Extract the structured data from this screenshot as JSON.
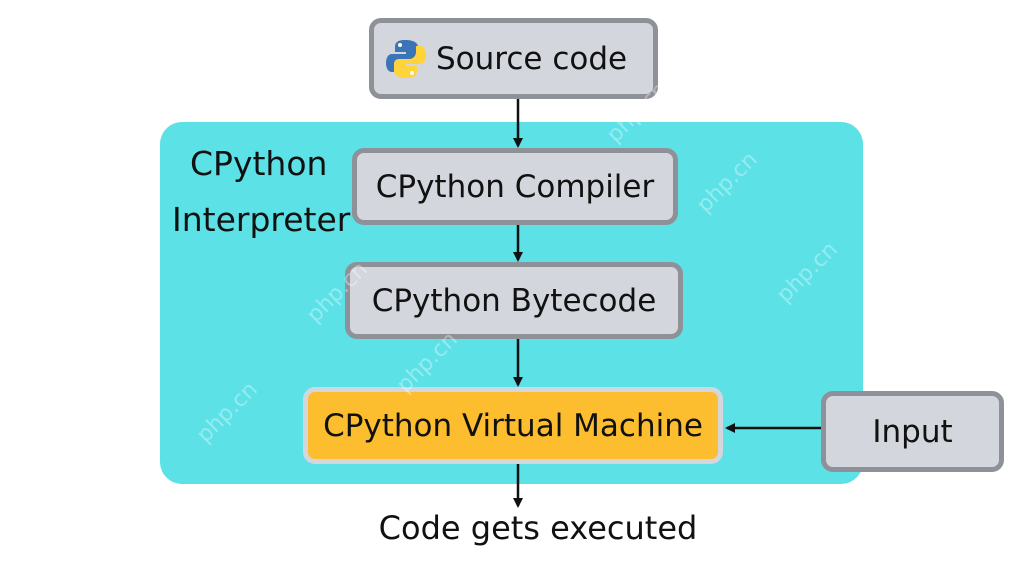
{
  "diagram": {
    "region_label_line1": "CPython",
    "region_label_line2": "Interpreter",
    "nodes": {
      "source": "Source code",
      "compiler": "CPython Compiler",
      "bytecode": "CPython Bytecode",
      "vm": "CPython Virtual Machine",
      "input": "Input"
    },
    "output_label": "Code gets executed"
  },
  "watermark": "php.cn",
  "icons": {
    "source": "python-logo-icon"
  },
  "colors": {
    "region": "#5ce1e6",
    "box_fill": "#d3d7dd",
    "box_border": "#8e9198",
    "highlight_fill": "#fcbd2e"
  }
}
